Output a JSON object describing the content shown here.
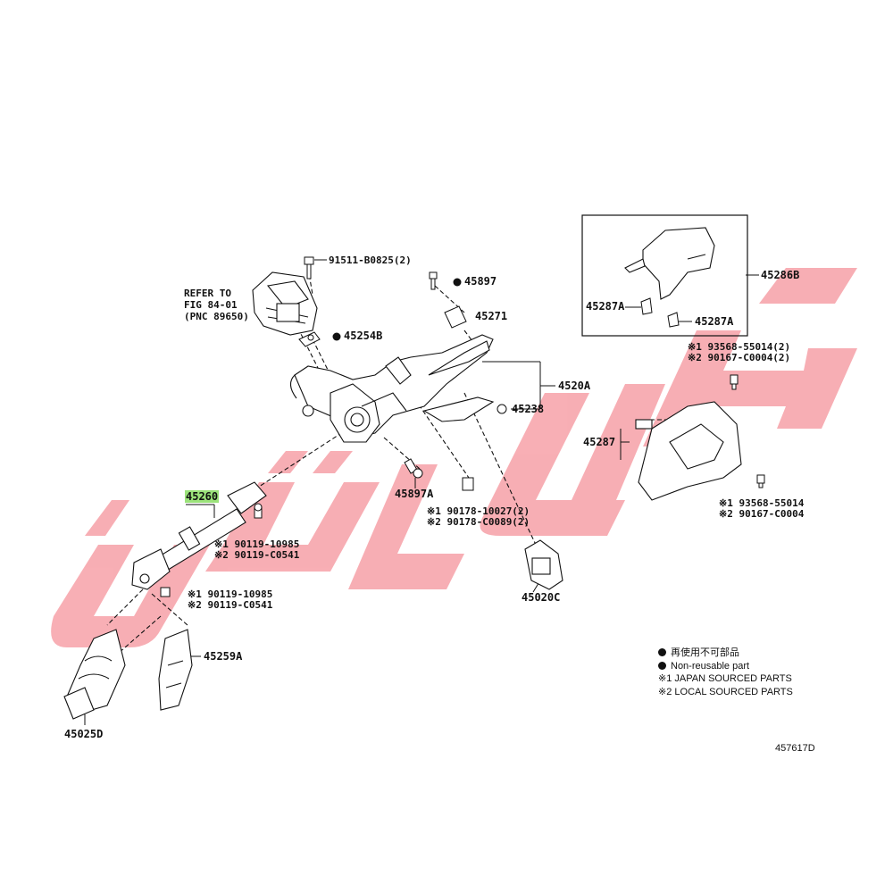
{
  "labels": {
    "p91511": "91511-B0825(2)",
    "refer_l1": "REFER TO",
    "refer_l2": "FIG 84-01",
    "refer_l3": "(PNC 89650)",
    "p45254B": "45254B",
    "p45897": "45897",
    "p45271": "45271",
    "p4520A": "4520A",
    "p45238": "45238",
    "p45897A": "45897A",
    "ref_190178": "※1 90178-10027(2)",
    "ref_290178": "※2 90178-C0089(2)",
    "p45020C": "45020C",
    "p45260": "45260",
    "ref_190119_a": "※1 90119-10985",
    "ref_290119_a": "※2 90119-C0541",
    "ref_190119_b": "※1 90119-10985",
    "ref_290119_b": "※2 90119-C0541",
    "p45259A": "45259A",
    "p45025D": "45025D",
    "p45286B": "45286B",
    "p45287A_left": "45287A",
    "p45287A_right": "45287A",
    "ref_193568_a": "※1 93568-55014(2)",
    "ref_290167_a": "※2 90167-C0004(2)",
    "p45287": "45287",
    "ref_193568_b": "※1 93568-55014",
    "ref_290167_b": "※2 90167-C0004"
  },
  "legend": {
    "japanese": "再使用不可部品",
    "non_reusable": "Non-reusable part",
    "japan_sourced": "※1 JAPAN SOURCED PARTS",
    "local_sourced": "※2 LOCAL SOURCED PARTS"
  },
  "figure_id": "457617D",
  "watermark_text": "ماشينكو",
  "colors": {
    "watermark": "#f26d78",
    "highlight": "#9be27a",
    "ink": "#111111"
  }
}
